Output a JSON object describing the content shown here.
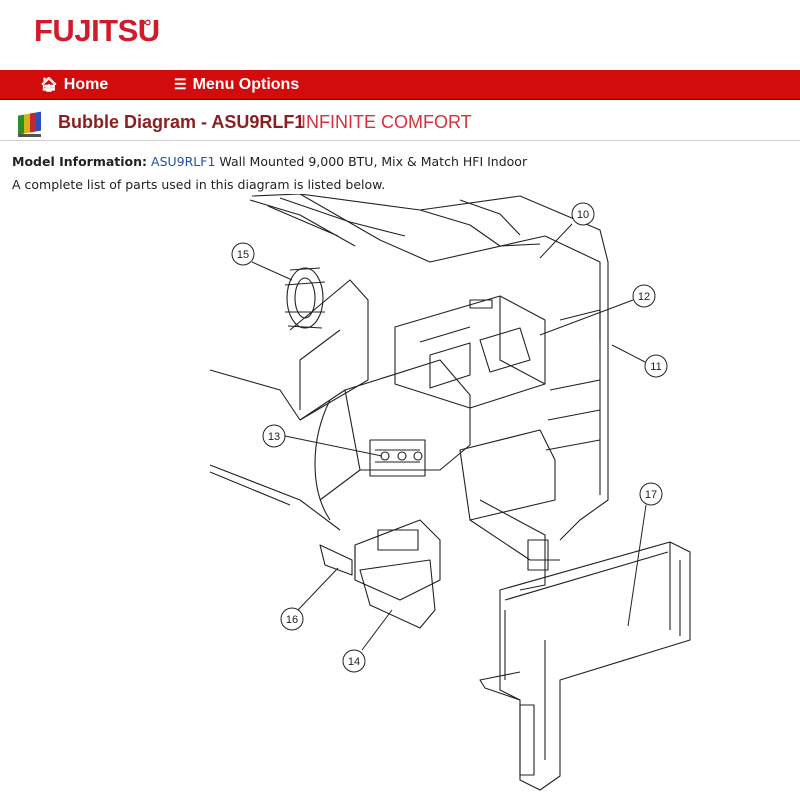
{
  "brand": {
    "logo_text": "FUJITSU",
    "brand_color": "#d11a2a"
  },
  "nav": {
    "bg_color": "#d20c0c",
    "home": {
      "icon": "home-icon",
      "label": "Home"
    },
    "menu": {
      "icon": "menu-bars-icon",
      "label": "Menu Options"
    }
  },
  "header": {
    "icon": "parts-book-icon",
    "title": "Bubble Diagram - ASU9RLF1",
    "subtitle": "INFINITE COMFORT"
  },
  "model_info": {
    "label": "Model Information:",
    "model_link": "ASU9RLF1",
    "description": "Wall Mounted 9,000 BTU, Mix & Match HFI Indoor"
  },
  "parts_note": "A complete list of parts used in this diagram is listed below.",
  "diagram": {
    "bubbles": [
      "10",
      "11",
      "12",
      "13",
      "14",
      "15",
      "16",
      "17"
    ]
  }
}
